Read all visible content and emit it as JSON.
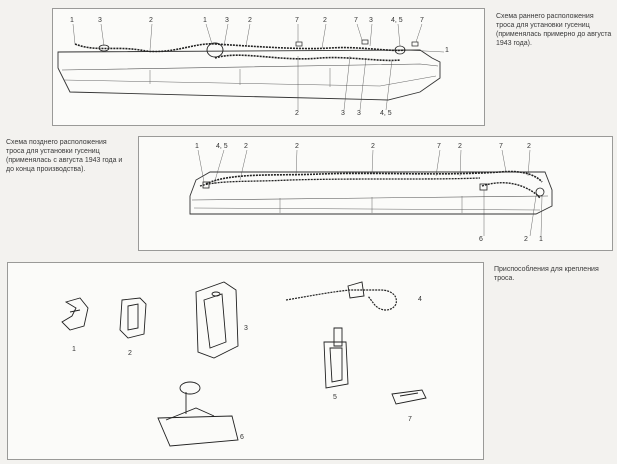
{
  "captions": {
    "early": "Схема раннего расположения троса для установки гусениц (применялась примерно до августа 1943 года).",
    "late": "Схема позднего расположения троса для установки гусениц (применялась с августа 1943 года и до конца производства).",
    "fixtures": "Приспособления для крепления троса."
  },
  "diagram1": {
    "top_labels": [
      "1",
      "3",
      "2",
      "1",
      "3",
      "2",
      "7",
      "2",
      "7",
      "3",
      "4, 5",
      "7"
    ],
    "side_label": "1",
    "bottom_labels": [
      "2",
      "3",
      "3",
      "4, 5"
    ]
  },
  "diagram2": {
    "top_labels": [
      "1",
      "4, 5",
      "2",
      "2",
      "2",
      "7",
      "2",
      "7",
      "2"
    ],
    "bottom_labels": [
      "6",
      "2",
      "1"
    ]
  },
  "diagram3": {
    "part_labels": [
      "1",
      "2",
      "3",
      "4",
      "5",
      "6",
      "7"
    ]
  },
  "colors": {
    "ink": "#2a2a2a",
    "frame": "#9a9a98",
    "page": "#f3f2ef"
  }
}
